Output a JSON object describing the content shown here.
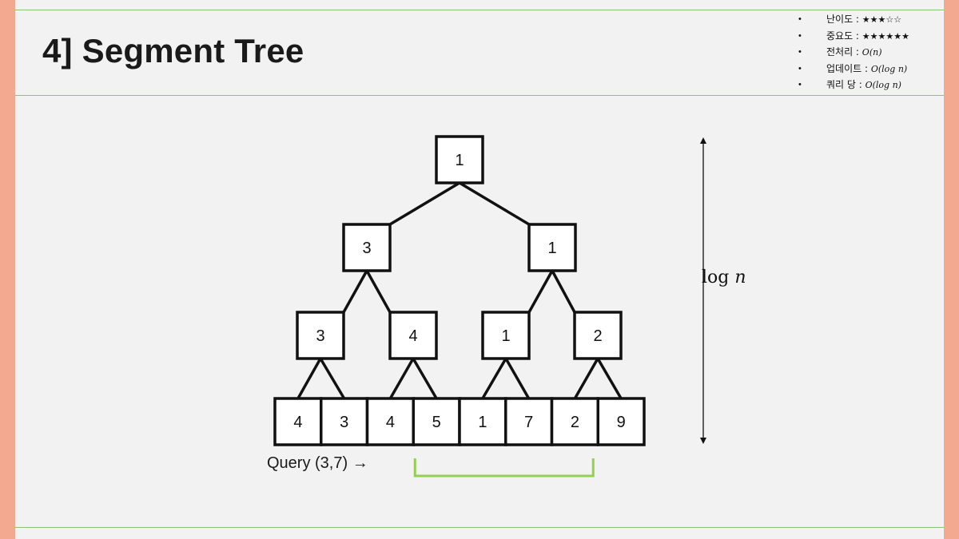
{
  "slide": {
    "title": "4] Segment Tree"
  },
  "info": [
    {
      "label": "난이도 : ",
      "value": "★★★☆☆",
      "math": false
    },
    {
      "label": "중요도 : ",
      "value": "★★★★★★",
      "math": false
    },
    {
      "label": "전처리 : ",
      "value": "O(n)",
      "math": true
    },
    {
      "label": "업데이트 : ",
      "value": "O(log n)",
      "math": true
    },
    {
      "label": "쿼리 당 : ",
      "value": "O(log n)",
      "math": true
    }
  ],
  "tree": {
    "levels": [
      [
        "1"
      ],
      [
        "3",
        "1"
      ],
      [
        "3",
        "4",
        "1",
        "2"
      ],
      [
        "4",
        "3",
        "4",
        "5",
        "1",
        "7",
        "2",
        "9"
      ]
    ]
  },
  "query": {
    "label": "Query (3,7) →",
    "range": [
      3,
      7
    ],
    "bracket_color": "#92d050"
  },
  "height_annotation": {
    "prefix": "log ",
    "var": "n"
  }
}
